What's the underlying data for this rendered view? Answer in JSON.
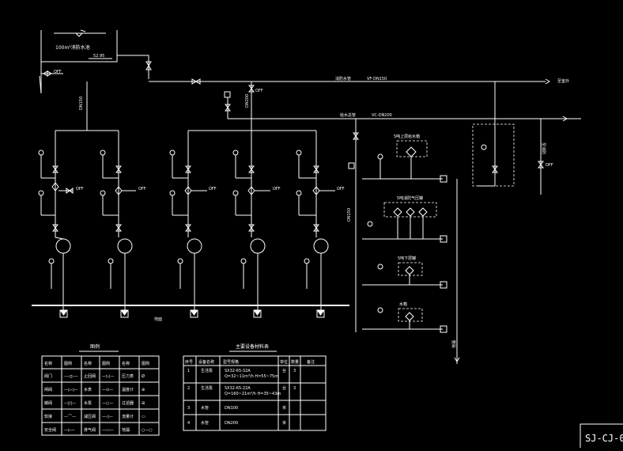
{
  "labels": {
    "tank": "100m³消防水池",
    "tank_level": "52.95",
    "tank_off": "OFF",
    "pipe_v_dn150": "DN150",
    "main_top_prefix": "消防水管",
    "main_top": "VF-DN150",
    "main_top_dest": "至室外",
    "off_mid": "OFF",
    "dn200_v": "DN200",
    "main_mid_prefix": "给水总管",
    "main_mid": "VC-DN200",
    "dn150_v2": "DN150",
    "right_vertical": "至消防",
    "right_off": "OFF",
    "pump_off": "OFF",
    "floor_label": "地面",
    "sink": "地漏",
    "equip1": "5吨上层给水箱",
    "equip2": "5吨消防气压罐",
    "equip3": "5吨下层罐",
    "equip4": "水箱",
    "code": "SJ-CJ-0"
  },
  "legend": {
    "title": "图例",
    "cells": [
      [
        "名称",
        "图例",
        "名称",
        "图例",
        "名称",
        "图例"
      ],
      [
        "阀门",
        "—◁▷—",
        "止回阀",
        "—▷|—",
        "压力表",
        "Ø"
      ],
      [
        "闸阀",
        "—▷◁—",
        "水表",
        "—⊙—",
        "温度计",
        "⊕"
      ],
      [
        "蝶阀",
        "—|/|—",
        "水泵",
        "—○—",
        "过滤器",
        "⊞"
      ],
      [
        "软接",
        "—⌒—",
        "减压阀",
        "—◁—",
        "流量计",
        "▭"
      ],
      [
        "安全阀",
        "—▷—",
        "排气阀",
        "—▭—",
        "地漏",
        "○—○"
      ]
    ]
  },
  "equipment_table": {
    "title": "主要设备材料表",
    "headers": [
      "序号",
      "设备名称",
      "型号规格",
      "单位",
      "数量",
      "备注"
    ],
    "rows": [
      [
        "1",
        "生活泵",
        "SX32-65-32A\nQ=32~11m³/h H=55~75m",
        "台",
        "3",
        ""
      ],
      [
        "2",
        "生活泵",
        "SX32-65-22A\nQ=160~21m³/h H=35~43m",
        "台",
        "3",
        ""
      ],
      [
        "3",
        "水管",
        "DN100",
        "米",
        "",
        ""
      ],
      [
        "4",
        "水管",
        "DN200",
        "米",
        "",
        ""
      ]
    ]
  }
}
